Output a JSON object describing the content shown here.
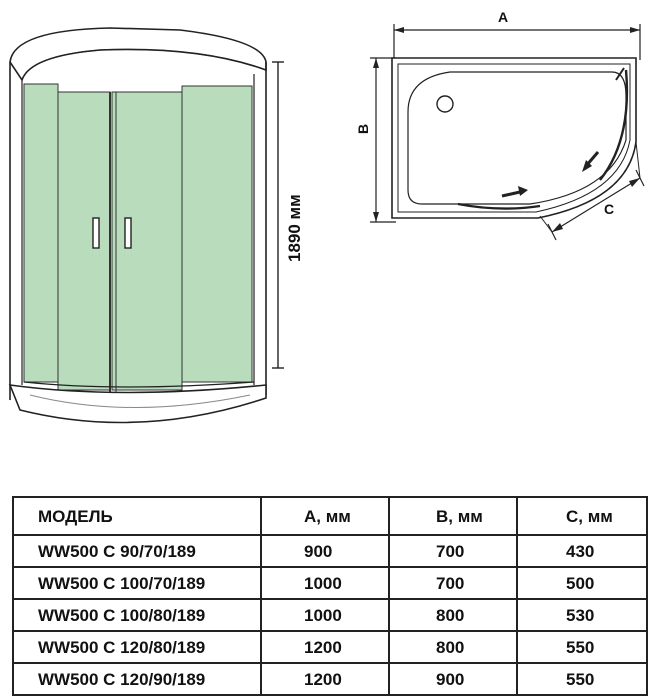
{
  "diagram": {
    "height_label": "1890 мм",
    "dim_a": "A",
    "dim_b": "B",
    "dim_c": "C",
    "glass_color": "#b9dcbc",
    "frame_color": "#2a2a2a"
  },
  "table": {
    "headers": [
      "МОДЕЛЬ",
      "А, мм",
      "В, мм",
      "С, мм"
    ],
    "rows": [
      [
        "WW500 C 90/70/189",
        "900",
        "700",
        "430"
      ],
      [
        "WW500 C 100/70/189",
        "1000",
        "700",
        "500"
      ],
      [
        "WW500 C 100/80/189",
        "1000",
        "800",
        "530"
      ],
      [
        "WW500 C 120/80/189",
        "1200",
        "800",
        "550"
      ],
      [
        "WW500 C 120/90/189",
        "1200",
        "900",
        "550"
      ]
    ]
  }
}
